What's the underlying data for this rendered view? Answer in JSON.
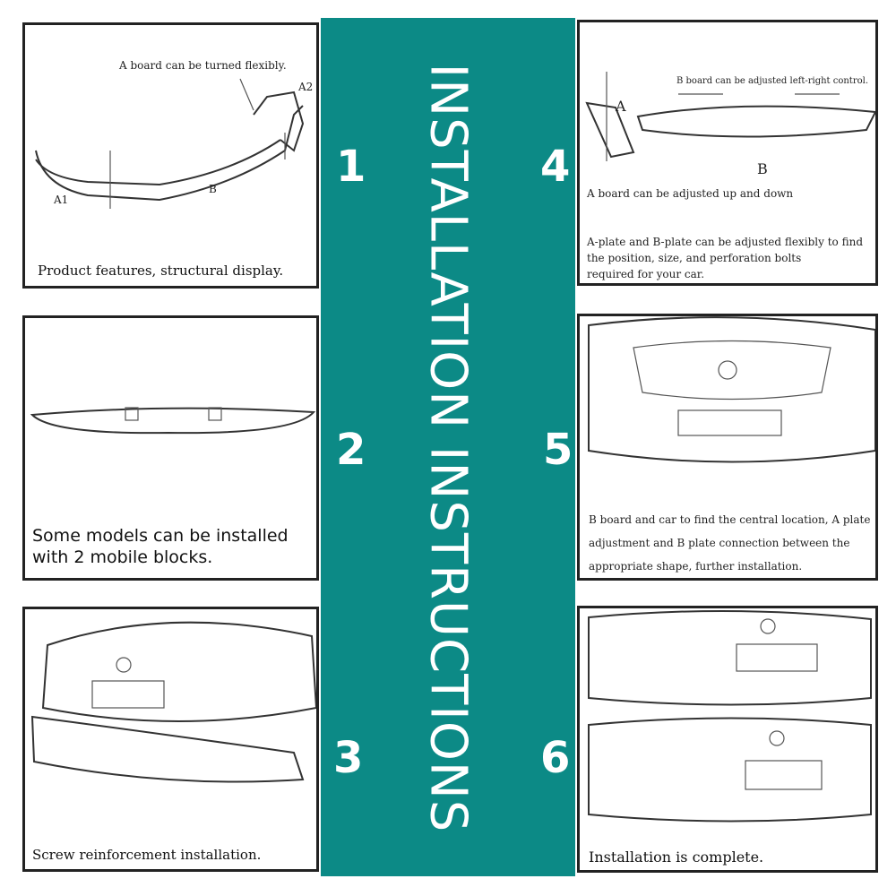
{
  "title": "INSTALLATION INSTRUCTIONS",
  "steps": [
    {
      "number": "1",
      "caption": "Product features, structural display.",
      "labels": {
        "top": "A board can be turned flexibly.",
        "a2": "A2",
        "a1": "A1",
        "b": "B"
      }
    },
    {
      "number": "2",
      "caption_line1": "Some models can be installed",
      "caption_line2": "with 2 mobile blocks."
    },
    {
      "number": "3",
      "caption": "Screw reinforcement installation."
    },
    {
      "number": "4",
      "labels": {
        "top": "B board can be adjusted left-right control.",
        "a": "A",
        "b": "B",
        "updown": "A board can be adjusted up and down"
      },
      "caption_line1": "A-plate and B-plate can be adjusted flexibly to find",
      "caption_line2": "the position, size, and perforation bolts",
      "caption_line3": "required for your car."
    },
    {
      "number": "5",
      "caption_line1": "B board and car to find the central location, A plate",
      "caption_line2": "adjustment and B plate connection between the",
      "caption_line3": "appropriate shape, further installation."
    },
    {
      "number": "6",
      "caption": "Installation is complete."
    }
  ],
  "colors": {
    "band": "#0c8a86",
    "text": "#ffffff"
  }
}
